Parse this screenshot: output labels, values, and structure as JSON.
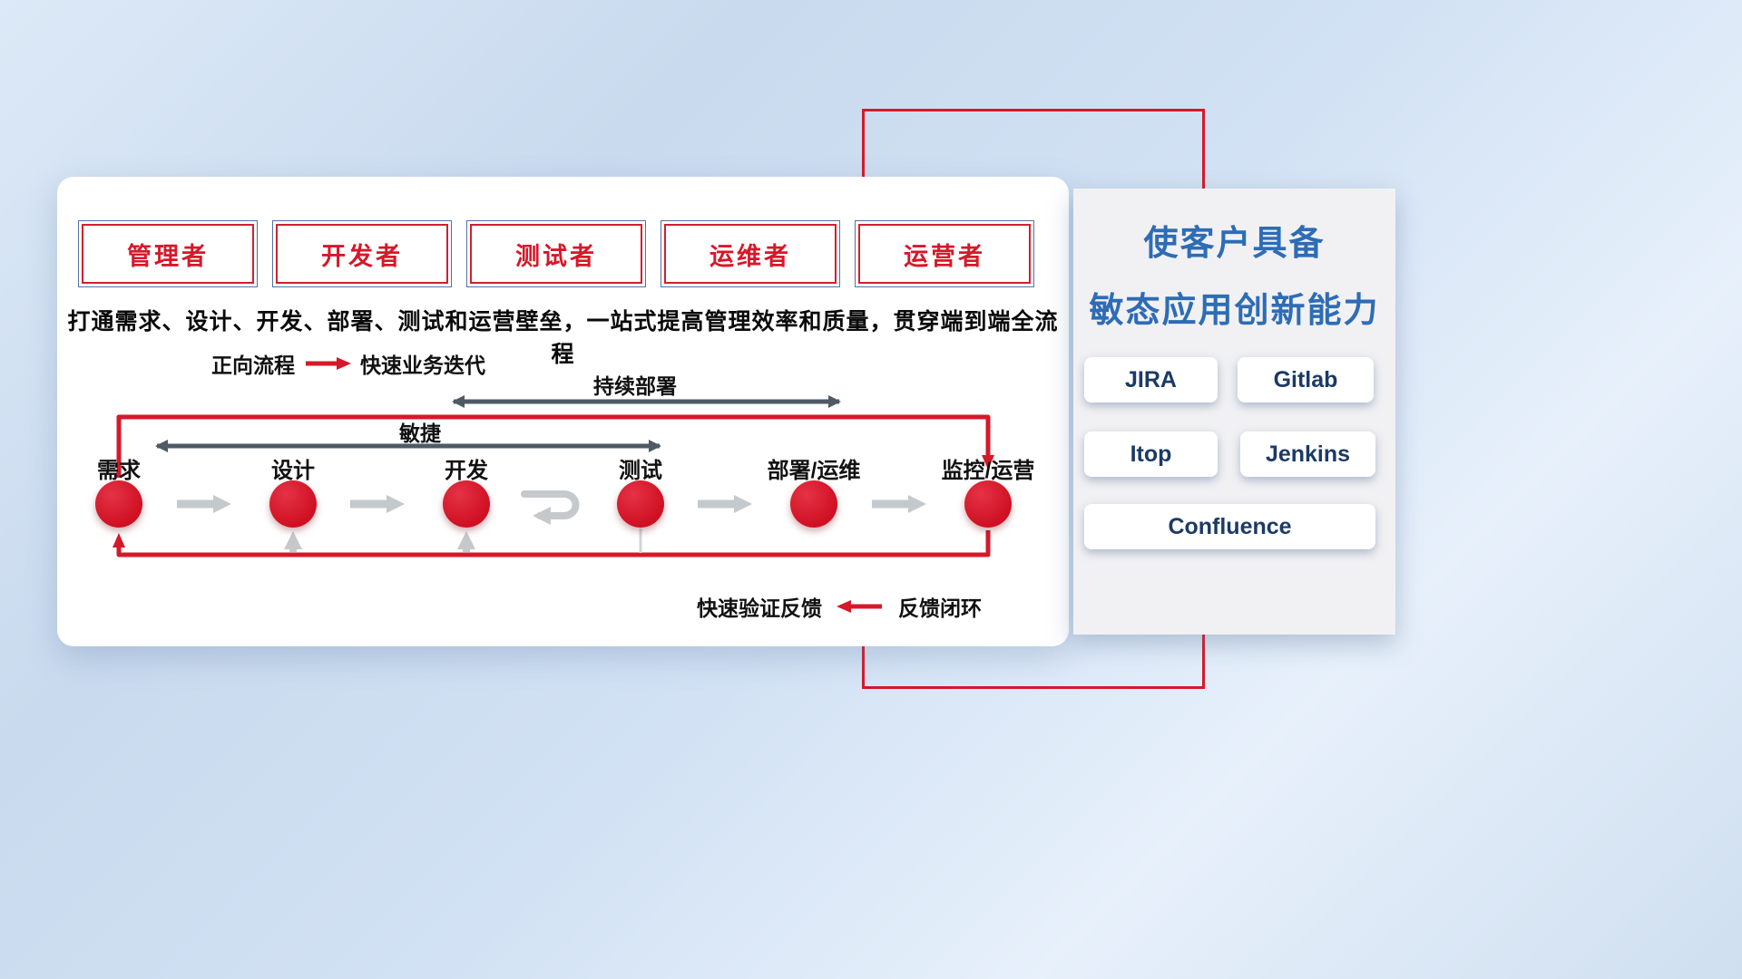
{
  "colors": {
    "accent_red": "#d7182a",
    "title_blue": "#2e6cb5",
    "tool_navy": "#1b3a66"
  },
  "roles": [
    {
      "label": "管理者"
    },
    {
      "label": "开发者"
    },
    {
      "label": "测试者"
    },
    {
      "label": "运维者"
    },
    {
      "label": "运营者"
    }
  ],
  "subtitle": "打通需求、设计、开发、部署、测试和运营壁垒，一站式提高管理效率和质量，贯穿端到端全流程",
  "legend_forward": {
    "label": "正向流程",
    "desc": "快速业务迭代"
  },
  "flow": {
    "stages": [
      "需求",
      "设计",
      "开发",
      "测试",
      "部署/运维",
      "监控/运营"
    ],
    "agile_label": "敏捷",
    "continuous_deploy_label": "持续部署"
  },
  "legend_feedback": {
    "label": "快速验证反馈",
    "desc": "反馈闭环"
  },
  "right_panel": {
    "title_line1": "使客户具备",
    "title_line2": "敏态应用创新能力",
    "tools": [
      "JIRA",
      "Gitlab",
      "Itop",
      "Jenkins",
      "Confluence"
    ]
  }
}
